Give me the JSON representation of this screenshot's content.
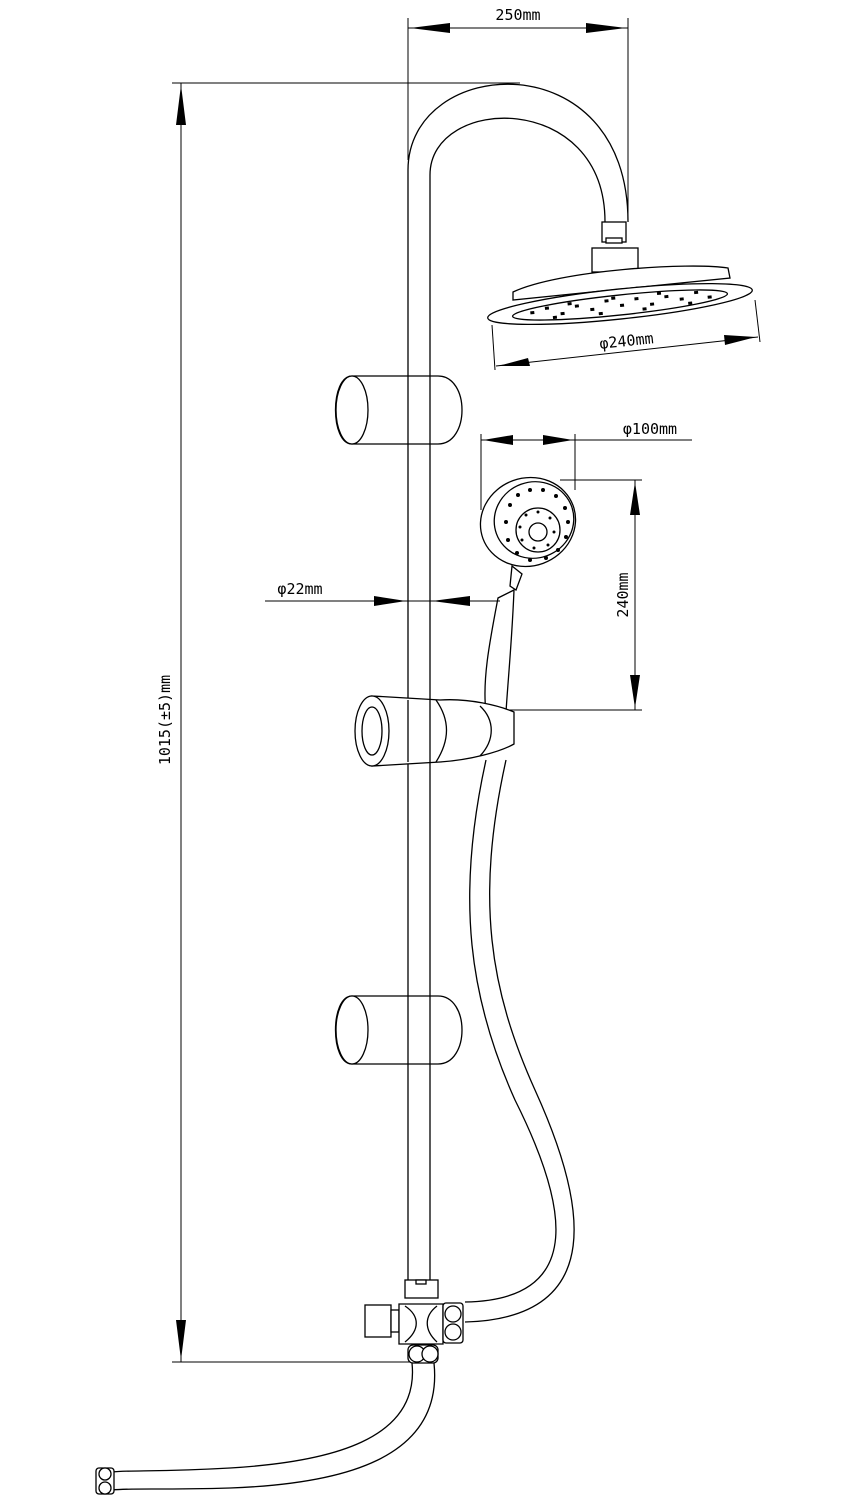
{
  "dimensions": {
    "arm_reach": "250mm",
    "overhead_diameter": "φ240mm",
    "hand_shower_diameter": "φ100mm",
    "rail_diameter": "φ22mm",
    "hand_shower_length": "240mm",
    "rail_height": "1015(±5)mm"
  }
}
